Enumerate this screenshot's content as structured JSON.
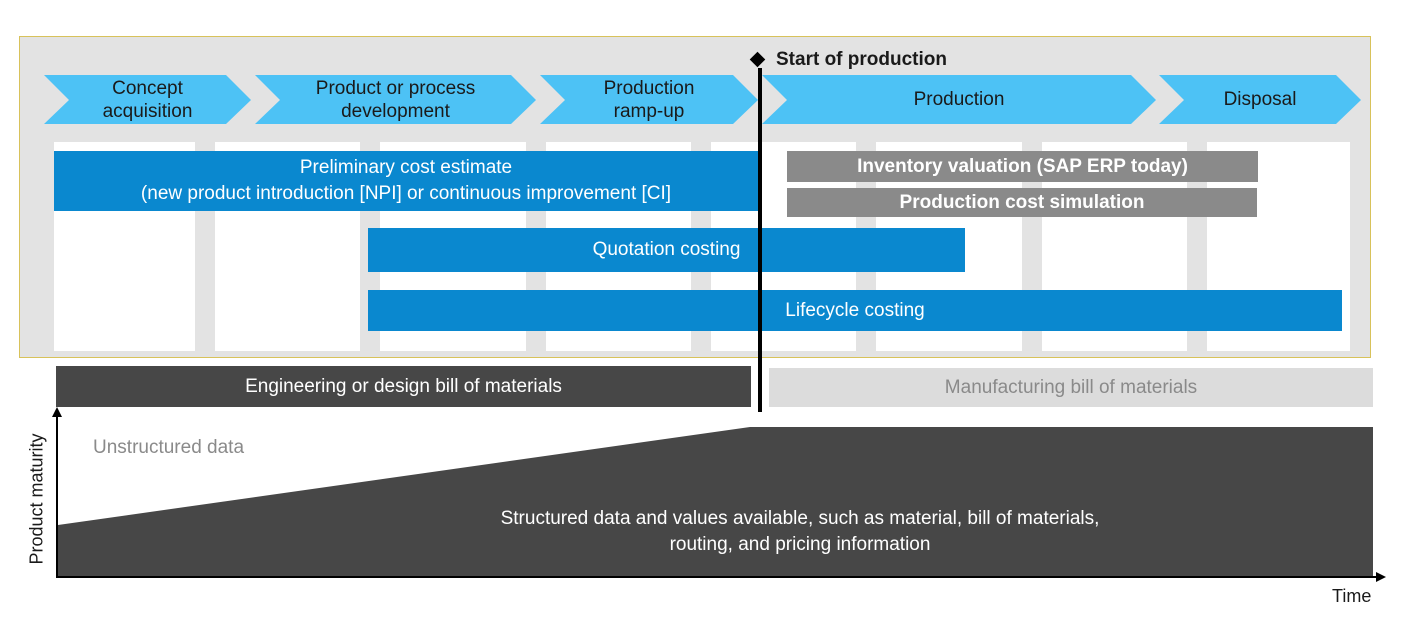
{
  "phases": [
    {
      "label": "Concept\nacquisition"
    },
    {
      "label": "Product or process\ndevelopment"
    },
    {
      "label": "Production\nramp-up"
    },
    {
      "label": "Production"
    },
    {
      "label": "Disposal"
    }
  ],
  "start_of_production": "Start of production",
  "costing_bars": {
    "preliminary": "Preliminary cost estimate\n(new product introduction [NPI] or continuous improvement [CI]",
    "inventory_valuation": "Inventory valuation (SAP ERP today)",
    "production_cost_simulation": "Production cost simulation",
    "quotation_costing": "Quotation costing",
    "lifecycle_costing": "Lifecycle costing"
  },
  "bom": {
    "engineering": "Engineering or design bill of materials",
    "manufacturing": "Manufacturing bill of materials"
  },
  "maturity": {
    "unstructured": "Unstructured data",
    "structured": "Structured data and values available, such as material, bill of materials,\nrouting, and pricing information"
  },
  "axes": {
    "y_label": "Product maturity",
    "x_label": "Time"
  },
  "colors": {
    "phase_arrow": "#4dc2f5",
    "costing_blue": "#0a88cf",
    "costing_grey": "#8a8a8a",
    "bom_dark": "#474747",
    "bom_light": "#dcdcdc",
    "structured_area": "#474747"
  }
}
